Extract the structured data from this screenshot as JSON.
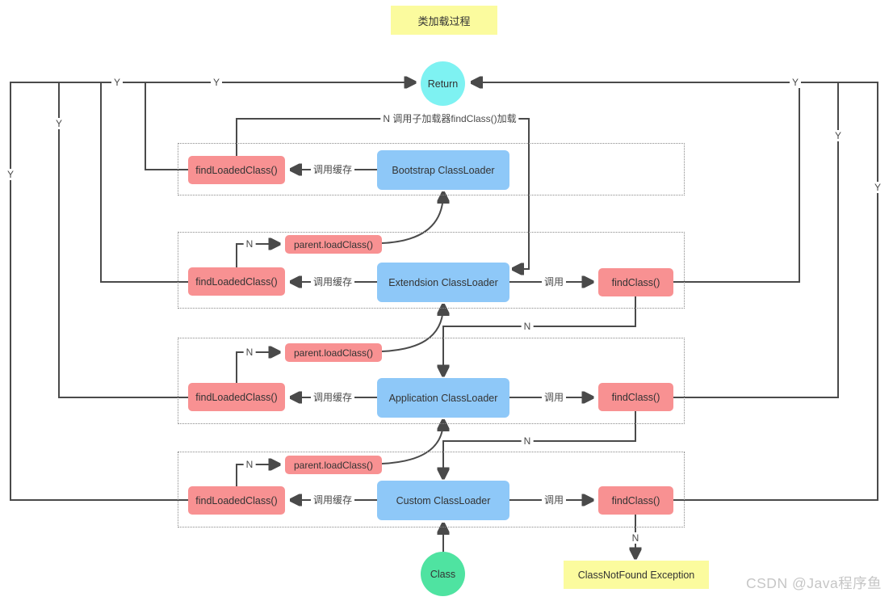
{
  "title": "类加载过程",
  "watermark": "CSDN @Java程序鱼",
  "nodes": {
    "return_label": "Return",
    "class_label": "Class",
    "class_not_found": "ClassNotFound Exception",
    "loaders": [
      "Bootstrap ClassLoader",
      "Extendsion ClassLoader",
      "Application ClassLoader",
      "Custom ClassLoader"
    ],
    "find_loaded_class": "findLoadedClass()",
    "parent_load_class": "parent.loadClass()",
    "find_class": "findClass()"
  },
  "edge_labels": {
    "yes": "Y",
    "no": "N",
    "call_cache": "调用缓存",
    "call": "调用",
    "delegate_note": "N 调用子加载器findClass()加载"
  },
  "colors": {
    "box_pink": "#F89192",
    "box_blue": "#8EC8F8",
    "box_yellow": "#FBFB9E",
    "circle_cyan": "#7EF2F2",
    "circle_green": "#4FE3A1",
    "line": "#4A4A4A"
  }
}
